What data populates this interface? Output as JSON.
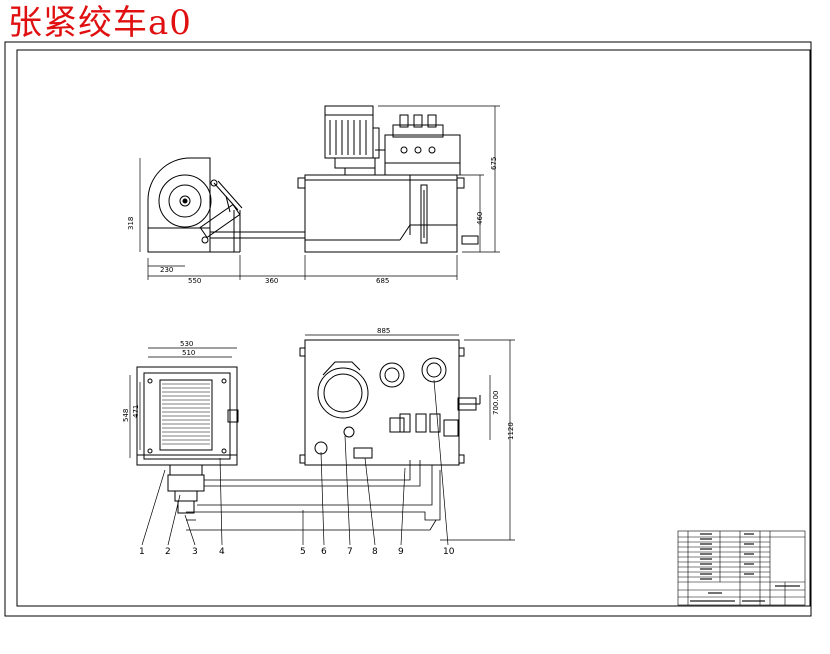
{
  "drawing": {
    "title": "张紧绞车a0",
    "title_color": "#e01010",
    "line_color": "#000000"
  },
  "front_view": {
    "dims": {
      "height_motor": "675",
      "height_tank": "460",
      "height_winch": "318",
      "width_230": "230",
      "width_550": "550",
      "width_360": "360",
      "width_685": "685"
    }
  },
  "top_view": {
    "dims": {
      "width_530": "530",
      "width_510": "510",
      "height_548": "548",
      "height_471": "471",
      "width_tank": "885",
      "height_1120": "1120",
      "height_700": "700.00"
    },
    "callouts": [
      "1",
      "2",
      "3",
      "4",
      "5",
      "6",
      "7",
      "8",
      "9",
      "10"
    ]
  }
}
